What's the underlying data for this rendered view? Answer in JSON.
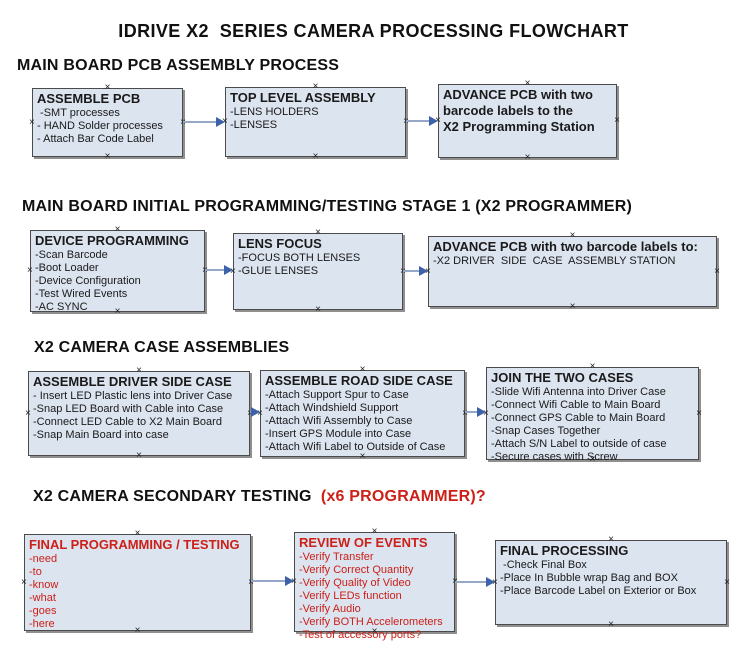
{
  "title": "IDRIVE X2  SERIES CAMERA PROCESSING FLOWCHART",
  "colors": {
    "accent_red": "#cc2018",
    "box_fill": "#dce4f0",
    "box_border": "#4b4b4b",
    "arrow_line": "#96a8c8",
    "arrow_head": "#3e62aa"
  },
  "sections": [
    {
      "heading": "MAIN BOARD PCB ASSEMBLY PROCESS"
    },
    {
      "heading": "MAIN BOARD INITIAL PROGRAMMING/TESTING STAGE 1 (X2 PROGRAMMER)"
    },
    {
      "heading": "X2 CAMERA CASE ASSEMBLIES"
    },
    {
      "heading": "X2 CAMERA SECONDARY TESTING",
      "heading_red": "  (x6 PROGRAMMER)?"
    }
  ],
  "boxes": [
    {
      "title": "ASSEMBLE PCB",
      "items": [
        " -SMT processes",
        "- HAND Solder processes",
        "- Attach Bar Code Label"
      ]
    },
    {
      "title": "TOP LEVEL ASSEMBLY",
      "items": [
        "-LENS HOLDERS",
        "-LENSES"
      ]
    },
    {
      "title": "ADVANCE PCB with two\nbarcode labels to the\n X2 Programming Station",
      "items": []
    },
    {
      "title": "DEVICE PROGRAMMING",
      "items": [
        "-Scan Barcode",
        "-Boot Loader",
        "-Device Configuration",
        "-Test Wired Events",
        "-AC SYNC"
      ]
    },
    {
      "title": "LENS FOCUS",
      "items": [
        "-FOCUS BOTH LENSES",
        "-GLUE LENSES"
      ]
    },
    {
      "title": "ADVANCE PCB with two barcode labels to:",
      "items": [
        "-X2 DRIVER  SIDE  CASE  ASSEMBLY STATION"
      ]
    },
    {
      "title": "ASSEMBLE DRIVER SIDE CASE",
      "items": [
        "- Insert LED Plastic lens into Driver Case",
        "-Snap LED Board with Cable into Case",
        "-Connect LED Cable to X2 Main Board",
        "-Snap Main Board into case"
      ]
    },
    {
      "title": "ASSEMBLE ROAD SIDE CASE",
      "items": [
        "-Attach Support Spur to Case",
        "-Attach Windshield Support",
        "-Attach Wifi Assembly to Case",
        "-Insert GPS Module into Case",
        "-Attach Wifi Label to Outside of Case"
      ]
    },
    {
      "title": "JOIN THE TWO CASES",
      "items": [
        "-Slide Wifi Antenna into Driver Case",
        "-Connect Wifi Cable to Main Board",
        "-Connect GPS Cable to Main Board",
        "-Snap Cases Together",
        "-Attach S/N Label to outside of case",
        "-Secure cases with Screw"
      ]
    },
    {
      "title": "FINAL PROGRAMMING / TESTING",
      "items": [
        "-need",
        "-to",
        "-know",
        "-what",
        "-goes",
        "-here"
      ]
    },
    {
      "title": "REVIEW OF EVENTS",
      "items": [
        "-Verify Transfer",
        "-Verify Correct Quantity",
        "-Verify Quality of Video",
        "-Verify LEDs function",
        "-Verify Audio",
        "-Verify BOTH Accelerometers",
        "-Test of accessory ports?"
      ]
    },
    {
      "title": "FINAL PROCESSING",
      "items": [
        " -Check Final Box",
        "-Place In Bubble wrap Bag and BOX",
        "-Place Barcode Label on Exterior or Box"
      ]
    }
  ]
}
